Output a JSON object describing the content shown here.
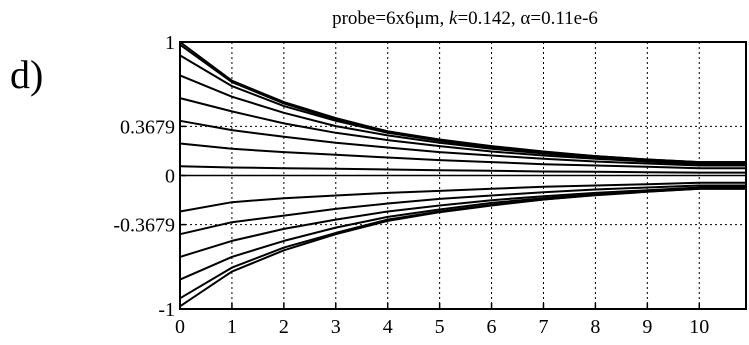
{
  "panel_label": "d)",
  "chart_data": {
    "type": "line",
    "title": "probe=6x6μm, k=0.142, α=0.11e-6",
    "title_parts": {
      "prefix": "probe=6x6μm, ",
      "k_symbol": "k",
      "k_value": "=0.142, α=0.11e-6"
    },
    "xlabel": "",
    "ylabel": "",
    "xlim": [
      0,
      10.9
    ],
    "ylim": [
      -1,
      1
    ],
    "x_ticks": [
      0,
      1,
      2,
      3,
      4,
      5,
      6,
      7,
      8,
      9,
      10
    ],
    "x_tick_labels": [
      "0",
      "1",
      "2",
      "3",
      "4",
      "5",
      "6",
      "7",
      "8",
      "9",
      "10"
    ],
    "y_ticks": [
      -1,
      -0.3679,
      0,
      0.3679,
      1
    ],
    "y_tick_labels": [
      "-1",
      "-0.3679",
      "0",
      "0.3679",
      "1"
    ],
    "grid": true,
    "legend": "none",
    "line_color": "#000000",
    "x": [
      0,
      1,
      2,
      3,
      4,
      5,
      6,
      7,
      8,
      9,
      10,
      10.9
    ],
    "series": [
      {
        "values": [
          1.0,
          0.71,
          0.55,
          0.43,
          0.33,
          0.27,
          0.22,
          0.18,
          0.145,
          0.12,
          0.1,
          0.1
        ]
      },
      {
        "values": [
          0.98,
          0.7,
          0.54,
          0.42,
          0.33,
          0.265,
          0.215,
          0.175,
          0.145,
          0.12,
          0.1,
          0.1
        ]
      },
      {
        "values": [
          0.9,
          0.67,
          0.52,
          0.41,
          0.32,
          0.26,
          0.21,
          0.17,
          0.14,
          0.115,
          0.095,
          0.095
        ]
      },
      {
        "values": [
          0.75,
          0.59,
          0.47,
          0.37,
          0.3,
          0.245,
          0.2,
          0.165,
          0.135,
          0.11,
          0.09,
          0.09
        ]
      },
      {
        "values": [
          0.58,
          0.48,
          0.39,
          0.32,
          0.265,
          0.22,
          0.18,
          0.15,
          0.125,
          0.105,
          0.085,
          0.085
        ]
      },
      {
        "values": [
          0.41,
          0.34,
          0.29,
          0.245,
          0.21,
          0.175,
          0.15,
          0.125,
          0.105,
          0.09,
          0.075,
          0.075
        ]
      },
      {
        "values": [
          0.24,
          0.2,
          0.175,
          0.155,
          0.135,
          0.115,
          0.1,
          0.085,
          0.075,
          0.065,
          0.055,
          0.055
        ]
      },
      {
        "values": [
          0.07,
          0.06,
          0.055,
          0.05,
          0.045,
          0.04,
          0.035,
          0.03,
          0.028,
          0.025,
          0.022,
          0.022
        ]
      },
      {
        "values": [
          -0.27,
          -0.2,
          -0.17,
          -0.15,
          -0.13,
          -0.115,
          -0.1,
          -0.085,
          -0.075,
          -0.065,
          -0.055,
          -0.055
        ]
      },
      {
        "values": [
          -0.44,
          -0.35,
          -0.3,
          -0.25,
          -0.21,
          -0.175,
          -0.15,
          -0.125,
          -0.105,
          -0.09,
          -0.075,
          -0.075
        ]
      },
      {
        "values": [
          -0.61,
          -0.49,
          -0.4,
          -0.33,
          -0.27,
          -0.225,
          -0.185,
          -0.155,
          -0.13,
          -0.11,
          -0.09,
          -0.09
        ]
      },
      {
        "values": [
          -0.78,
          -0.61,
          -0.49,
          -0.39,
          -0.31,
          -0.255,
          -0.205,
          -0.17,
          -0.14,
          -0.115,
          -0.095,
          -0.095
        ]
      },
      {
        "values": [
          -0.92,
          -0.69,
          -0.54,
          -0.43,
          -0.33,
          -0.27,
          -0.22,
          -0.18,
          -0.145,
          -0.12,
          -0.1,
          -0.1
        ]
      },
      {
        "values": [
          -0.98,
          -0.72,
          -0.56,
          -0.44,
          -0.34,
          -0.275,
          -0.225,
          -0.18,
          -0.148,
          -0.122,
          -0.1,
          -0.1
        ]
      }
    ]
  }
}
